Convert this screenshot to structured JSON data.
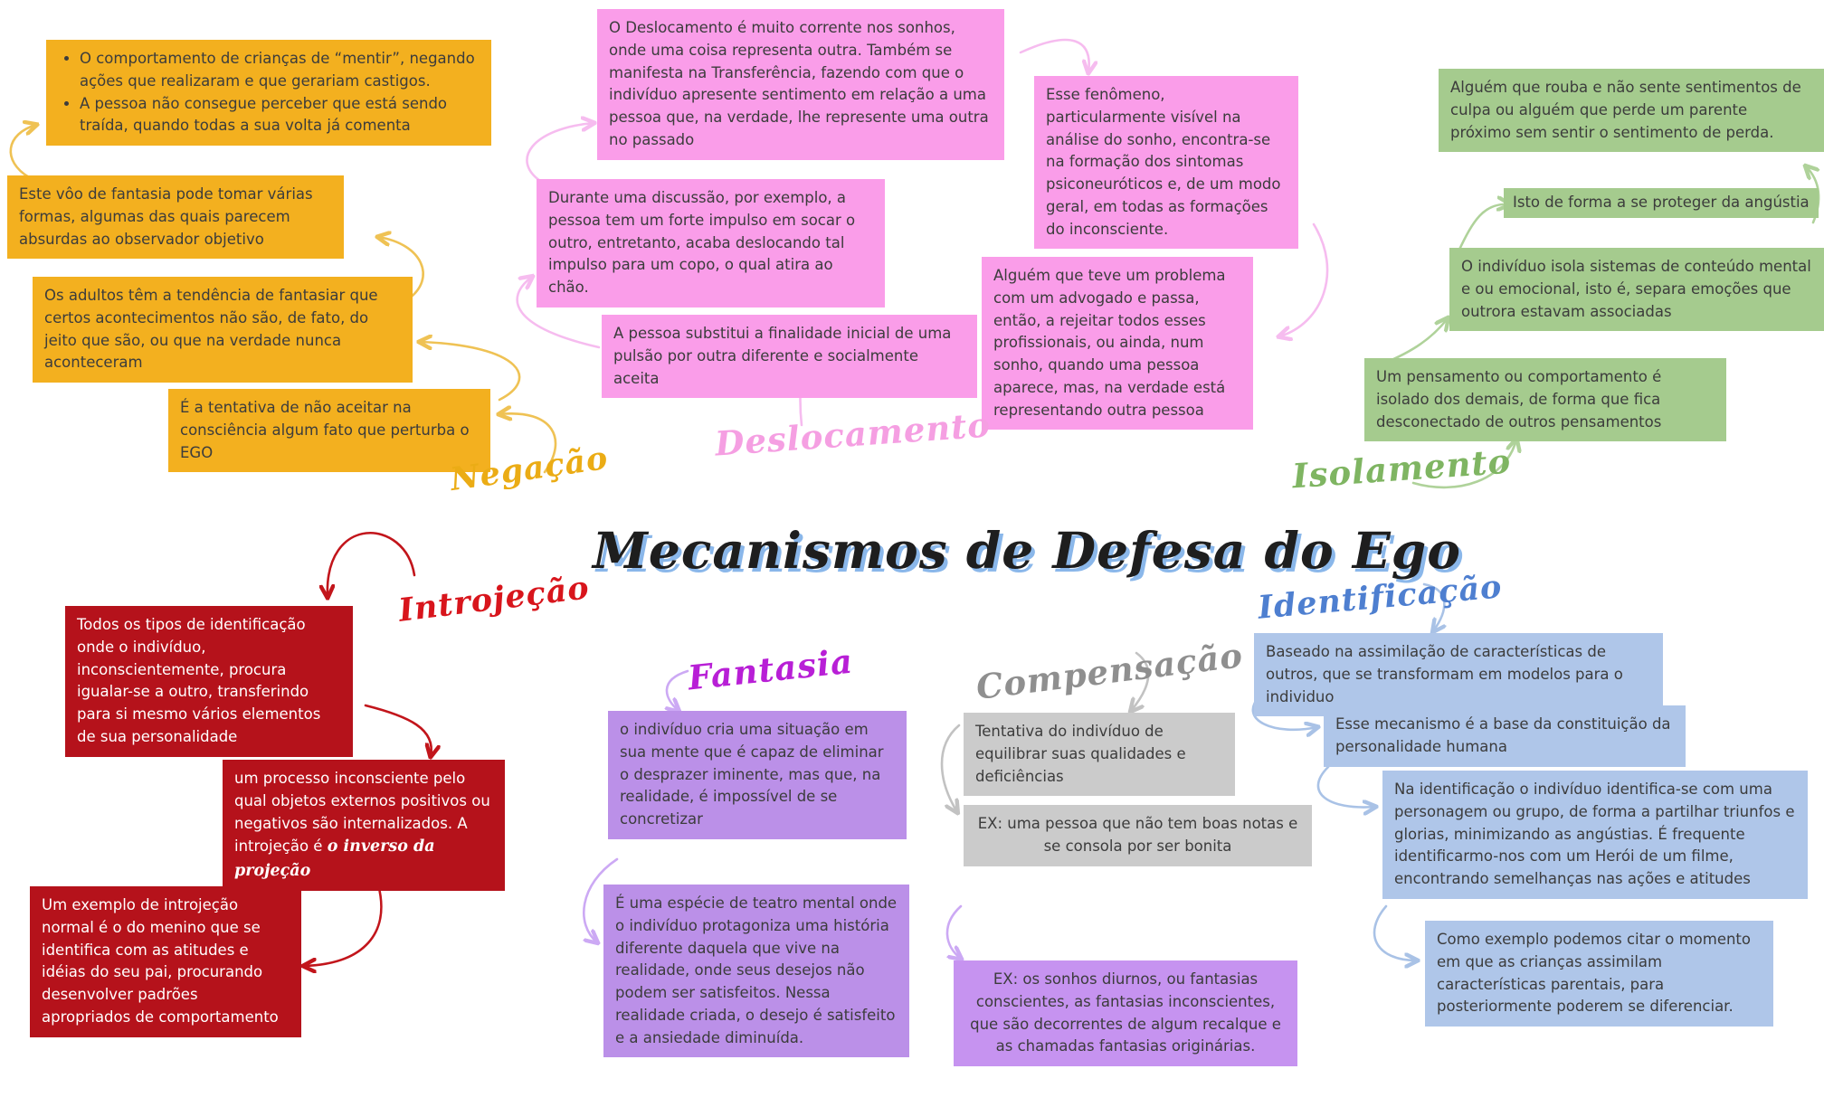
{
  "title": "Mecanismos de Defesa do Ego",
  "groups": {
    "negacao": {
      "label": "Negação",
      "bullets": [
        "O comportamento de crianças de “mentir”, negando ações que realizaram e que gerariam castigos.",
        "A pessoa não consegue perceber que está sendo traída, quando todas a sua volta já comenta"
      ],
      "box_voo": "Este vôo de fantasia pode tomar várias formas, algumas das quais parecem absurdas ao observador objetivo",
      "box_adultos": "Os adultos têm a tendência de fantasiar que certos acontecimentos não são, de fato, do jeito que são, ou que na verdade nunca aconteceram",
      "box_tentativa": "É a tentativa de não aceitar na consciência algum fato que perturba o EGO"
    },
    "deslocamento": {
      "label": "Deslocamento",
      "box_principal": "O Deslocamento é muito corrente nos sonhos, onde uma coisa representa outra. Também se manifesta na Transferência, fazendo com que o indivíduo apresente sentimento em relação a uma pessoa que, na verdade, lhe represente uma outra no passado",
      "box_discussao": "Durante uma discussão, por exemplo, a pessoa tem um forte impulso em socar o outro, entretanto, acaba deslocando tal impulso para um copo, o qual atira ao chão.",
      "box_fenomeno": "Esse fenômeno, particularmente visível na análise do sonho, encontra-se na formação dos sintomas psiconeuróticos e, de um modo geral, em todas as formações do inconsciente.",
      "box_advogado": "Alguém que teve um problema com um advogado e passa, então, a rejeitar todos esses profissionais, ou ainda, num sonho, quando uma pessoa aparece, mas, na verdade está representando outra pessoa",
      "box_substitui": "A pessoa substitui a finalidade inicial de uma pulsão por outra diferente e socialmente aceita"
    },
    "isolamento": {
      "label": "Isolamento",
      "box_rouba": "Alguém que rouba e não sente sentimentos de culpa ou alguém que perde um parente próximo sem sentir o sentimento de perda.",
      "box_angustia": "Isto de forma a se proteger da angústia",
      "box_isola": "O indivíduo isola sistemas de conteúdo mental e ou emocional, isto é, separa emoções que outrora estavam associadas",
      "box_pensamento": "Um pensamento ou comportamento é isolado dos demais, de forma que fica desconectado de outros pensamentos"
    },
    "introjecao": {
      "label": "Introjeção",
      "box_todos": "Todos os tipos de identificação onde o indivíduo, inconscientemente, procura igualar-se a outro, transferindo para si mesmo vários elementos de sua personalidade",
      "box_processo_normal": "um processo inconsciente pelo qual objetos externos positivos ou negativos são internalizados. A introjeção é ",
      "box_processo_destaque": "o inverso da projeção",
      "box_exemplo": "Um exemplo de introjeção normal é o do menino que se identifica com as atitudes e idéias do seu pai, procurando desenvolver padrões apropriados de comportamento"
    },
    "fantasia": {
      "label": "Fantasia",
      "box_situacao": "o indivíduo cria uma situação em sua mente que é capaz de eliminar o desprazer iminente, mas que, na realidade, é impossível de se concretizar",
      "box_teatro": "É uma espécie de teatro mental onde o indivíduo protagoniza uma história diferente daquela que vive na realidade, onde seus desejos não podem ser satisfeitos. Nessa realidade criada, o desejo é satisfeito e a ansiedade diminuída.",
      "box_exemplo": "EX: os sonhos diurnos, ou fantasias conscientes, as fantasias inconscientes, que são decorrentes de algum recalque e as chamadas fantasias originárias."
    },
    "compensacao": {
      "label": "Compensação",
      "box_tentativa": "Tentativa do indivíduo de equilibrar suas qualidades e deficiências",
      "box_exemplo": "EX: uma pessoa que não tem boas notas e se consola por ser bonita"
    },
    "identificacao": {
      "label": "Identificação",
      "box_baseado": "Baseado na assimilação de características de outros, que se transformam em modelos para o individuo",
      "box_mecanismo": "Esse mecanismo é a base da constituição da personalidade humana",
      "box_personagem": "Na identificação o indivíduo identifica-se com uma personagem ou grupo, de forma a partilhar triunfos e glorias, minimizando as angústias. É frequente identificarmo-nos com um Herói de um filme, encontrando semelhanças nas ações e atitudes",
      "box_criancas": "Como exemplo podemos citar o momento em que as crianças assimilam características parentais, para posteriormente poderem se diferenciar."
    }
  },
  "colors": {
    "negacao": "#F3B01F",
    "negacao_label": "#EBAC15",
    "negacao_arrow": "#EFC254",
    "deslocamento": "#FA9DE9",
    "deslocamento_label": "#F59FE2",
    "deslocamento_arrow": "#F6BCEF",
    "isolamento": "#A5CB8E",
    "isolamento_label": "#7FB562",
    "isolamento_arrow": "#AFD29A",
    "introjecao": "#B5121B",
    "introjecao_label": "#D8151C",
    "introjecao_arrow": "#C2151B",
    "fantasia_box": "#BB90E8",
    "fantasia_ex_box": "#C693F0",
    "fantasia_label": "#B81FD6",
    "fantasia_arrow": "#CCA9F4",
    "compensacao_box": "#CBCBCB",
    "compensacao_label": "#8F8F8F",
    "compensacao_arrow": "#C2C2C2",
    "identificacao_box": "#AFC6E9",
    "identificacao_label": "#4E7FD0",
    "identificacao_arrow": "#A9C2E6",
    "title_text": "#1E1E1E",
    "title_shadow": "#8AB7EA",
    "text_dark": "#3C3C3C",
    "text_light": "#FFFFFF"
  }
}
